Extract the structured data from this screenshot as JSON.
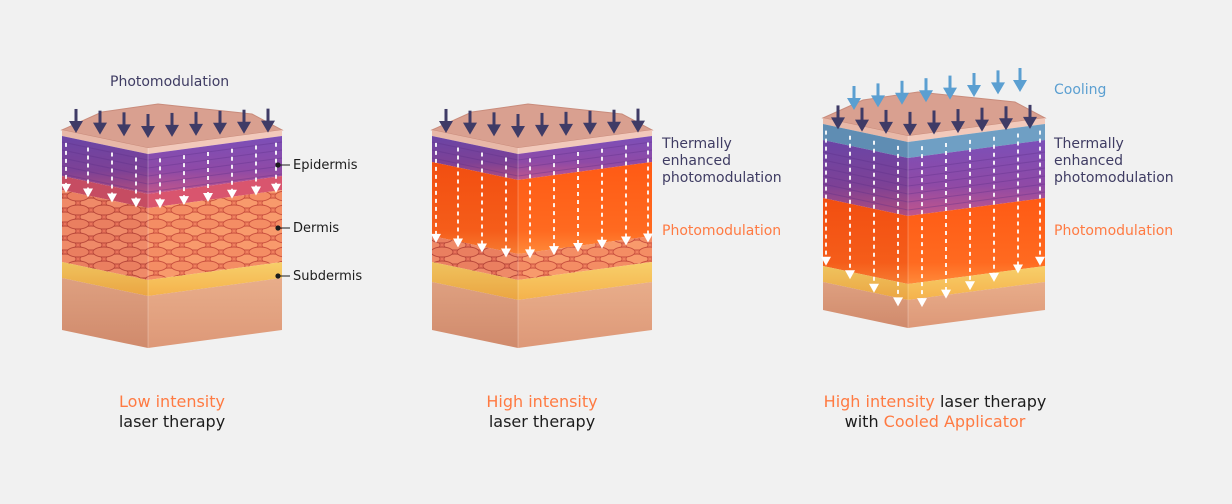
{
  "panel1": {
    "top_label": "Photomodulation",
    "layer_labels": [
      "Epidermis",
      "Dermis",
      "Subdermis"
    ],
    "caption_line1": "Low intensity",
    "caption_line2": "laser therapy"
  },
  "panel2": {
    "thermal_label_lines": [
      "Thermally",
      "enhanced",
      "photomodulation"
    ],
    "photo_label": "Photomodulation",
    "caption_line1": "High intensity",
    "caption_line2": "laser therapy"
  },
  "panel3": {
    "cooling_label": "Cooling",
    "thermal_label_lines": [
      "Thermally",
      "enhanced",
      "photomodulation"
    ],
    "photo_label": "Photomodulation",
    "caption_line1_highlight": "High intensity",
    "caption_line1_rest": " laser therapy",
    "caption_line2_plain": "with ",
    "caption_line2_highlight": "Cooled Applicator"
  },
  "colors": {
    "accent_orange": "#ff7a42",
    "text_purple": "#3f3c63",
    "cooling_blue": "#5b9fd1",
    "arrow_dark": "#3f3b66"
  }
}
